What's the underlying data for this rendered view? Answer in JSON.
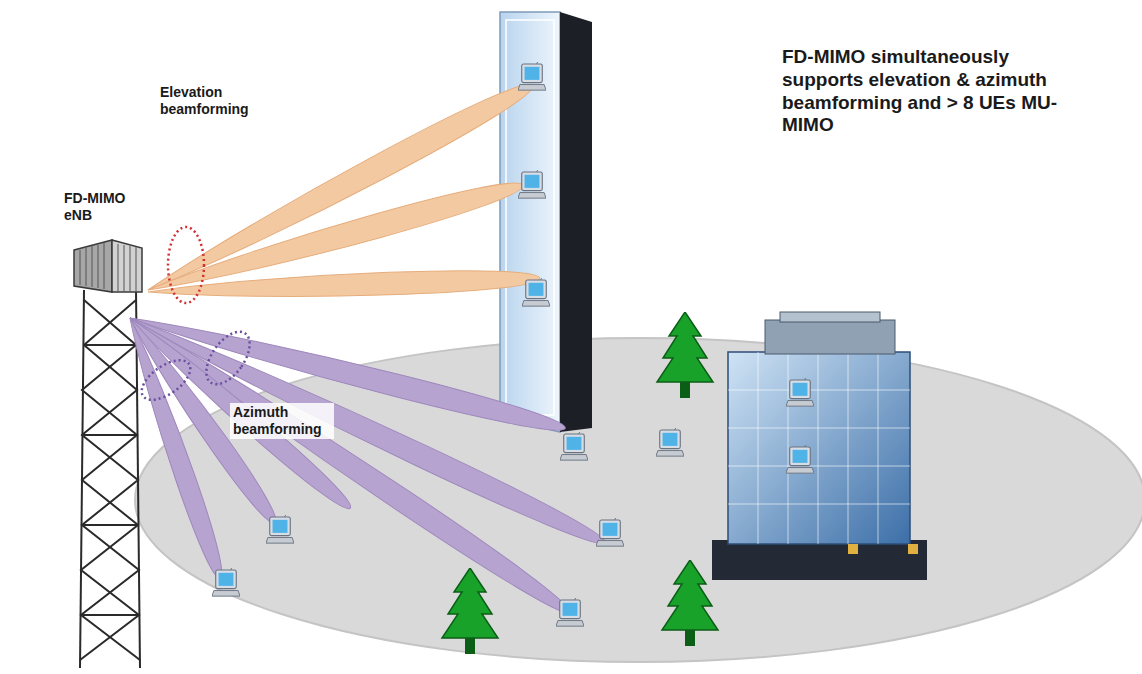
{
  "diagram": {
    "labels": [
      "FD-MIMO eNB",
      "Elevation beamforming",
      "Azimuth beamforming",
      "FD-MIMO simultaneously supports elevation & azimuth beamforming and > 8 UEs MU-MIMO"
    ]
  }
}
